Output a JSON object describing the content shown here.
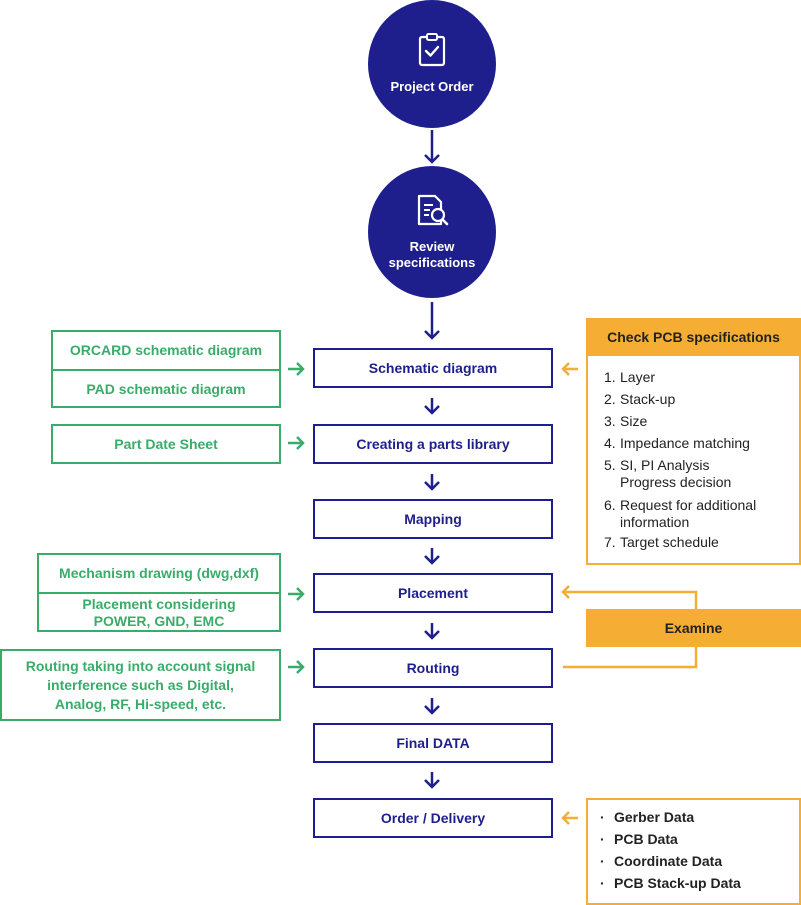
{
  "colors": {
    "navy": "#1e1f8c",
    "green": "#3aac6a",
    "orange": "#f5ad34"
  },
  "start": {
    "title": "Project Order",
    "icon": "clipboard-check-icon"
  },
  "review": {
    "title_line1": "Review",
    "title_line2": "specifications",
    "icon": "document-search-icon"
  },
  "steps": {
    "schematic": "Schematic diagram",
    "library": "Creating a parts library",
    "mapping": "Mapping",
    "placement": "Placement",
    "routing": "Routing",
    "final": "Final DATA",
    "delivery": "Order / Delivery"
  },
  "inputs": {
    "orcard": "ORCARD schematic diagram",
    "pad": "PAD schematic diagram",
    "datasheet": "Part Date Sheet",
    "mechanism": "Mechanism drawing (dwg,dxf)",
    "placement_line1": "Placement considering",
    "placement_line2": "POWER, GND, EMC",
    "routing_line1": "Routing taking into account signal",
    "routing_line2": "interference such as Digital,",
    "routing_line3": "Analog, RF, Hi-speed, etc."
  },
  "pcb_check": {
    "title": "Check PCB specifications",
    "items": [
      {
        "num": "1.",
        "line1": "Layer",
        "line2": ""
      },
      {
        "num": "2.",
        "line1": "Stack-up",
        "line2": ""
      },
      {
        "num": "3.",
        "line1": "Size",
        "line2": ""
      },
      {
        "num": "4.",
        "line1": "Impedance matching",
        "line2": ""
      },
      {
        "num": "5.",
        "line1": "SI, PI Analysis",
        "line2": "Progress decision"
      },
      {
        "num": "6.",
        "line1": "Request for additional",
        "line2": "information"
      },
      {
        "num": "7.",
        "line1": "Target schedule",
        "line2": ""
      }
    ]
  },
  "examine": {
    "label": "Examine"
  },
  "deliverables": {
    "bullet": "·",
    "items": [
      "Gerber Data",
      "PCB Data",
      "Coordinate Data",
      "PCB Stack-up Data"
    ]
  }
}
